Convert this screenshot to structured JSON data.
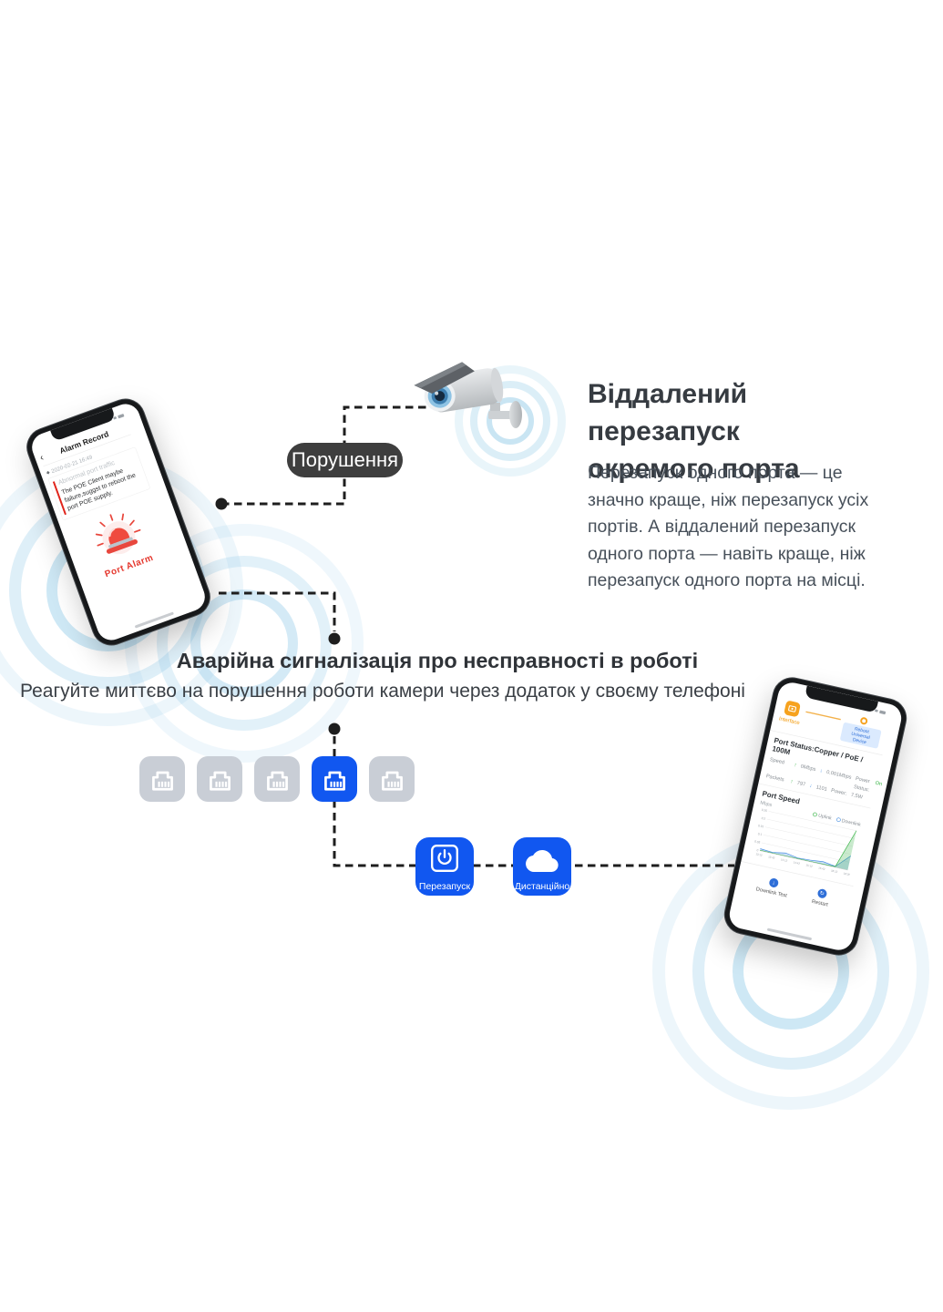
{
  "colors": {
    "accent_blue": "#1157f0",
    "port_gray": "#c9ced6",
    "pill_bg": "#3e3e3e",
    "alarm_red": "#e5382e",
    "orange": "#f6a21e",
    "ripple_blue": "#93cbe8",
    "dash": "#1e1e1e"
  },
  "icons": {
    "back_arrow": "‹",
    "up_arrow": "↑",
    "down_arrow": "↓",
    "download": "↓",
    "restart": "↻"
  },
  "violation_pill": {
    "label": "Порушення"
  },
  "section_remote": {
    "title_lines": [
      "Віддалений перезапуск",
      "окремого порта"
    ],
    "body": "Перезапуск одного порта — це значно краще, ніж перезапуск усіх портів. А віддалений перезапуск одного порта — навіть краще, ніж перезапуск одного порта на місці."
  },
  "section_alarm": {
    "heading": "Аварійна сигналізація про несправності в роботі",
    "subheading": "Реагуйте миттєво на порушення роботи камери через додаток у своєму телефоні"
  },
  "alarm_phone": {
    "header": "Alarm Record",
    "timestamp": "2020-02-21 16:49",
    "alert_title": "Abnormal port traffic",
    "alert_body": "The POE Client maybe failure,suggst to reboot the port POE supply.",
    "alarm_label": "Port Alarm"
  },
  "ports": {
    "total": 5,
    "active_index": 3
  },
  "actions": [
    {
      "label": "Перезапуск",
      "icon": "power-icon"
    },
    {
      "label": "Дистанційно",
      "icon": "cloud-icon"
    }
  ],
  "status_phone": {
    "device_label": "Interface",
    "remote_badge": "Reboot Universal Device",
    "port_status": "Port Status:Copper / PoE / 100M",
    "rows": [
      {
        "label": "Speed",
        "up": "0Mbps",
        "down": "0.001Mbps",
        "tail_label": "Power Status:",
        "tail_value": "On"
      },
      {
        "label": "Packets",
        "up": "797",
        "down": "1101",
        "tail_label": "Power:",
        "tail_value": "7.5W"
      }
    ],
    "chart_title": "Port Speed",
    "chart_unit": "Mbps",
    "buttons": [
      "Downlink Test",
      "Restart"
    ]
  },
  "chart_data": {
    "type": "area",
    "title": "Port Speed",
    "ylabel": "Mbps",
    "ylim": [
      0,
      0.25
    ],
    "yticks": [
      0,
      0.05,
      0.1,
      0.15,
      0.2,
      0.25
    ],
    "x": [
      "13:12",
      "13:42",
      "14:12",
      "14:42",
      "15:12",
      "15:42",
      "16:12",
      "16:26"
    ],
    "series": [
      {
        "name": "Uplink",
        "color": "#3cb54a",
        "values": [
          0.002,
          0.002,
          0.002,
          0.002,
          0.002,
          0.003,
          0.004,
          0.25
        ]
      },
      {
        "name": "Downlink",
        "color": "#4a90e2",
        "values": [
          0.012,
          0.006,
          0.02,
          0.006,
          0.01,
          0.018,
          0.006,
          0.09
        ]
      }
    ],
    "grid": true,
    "legend_position": "top-right"
  }
}
